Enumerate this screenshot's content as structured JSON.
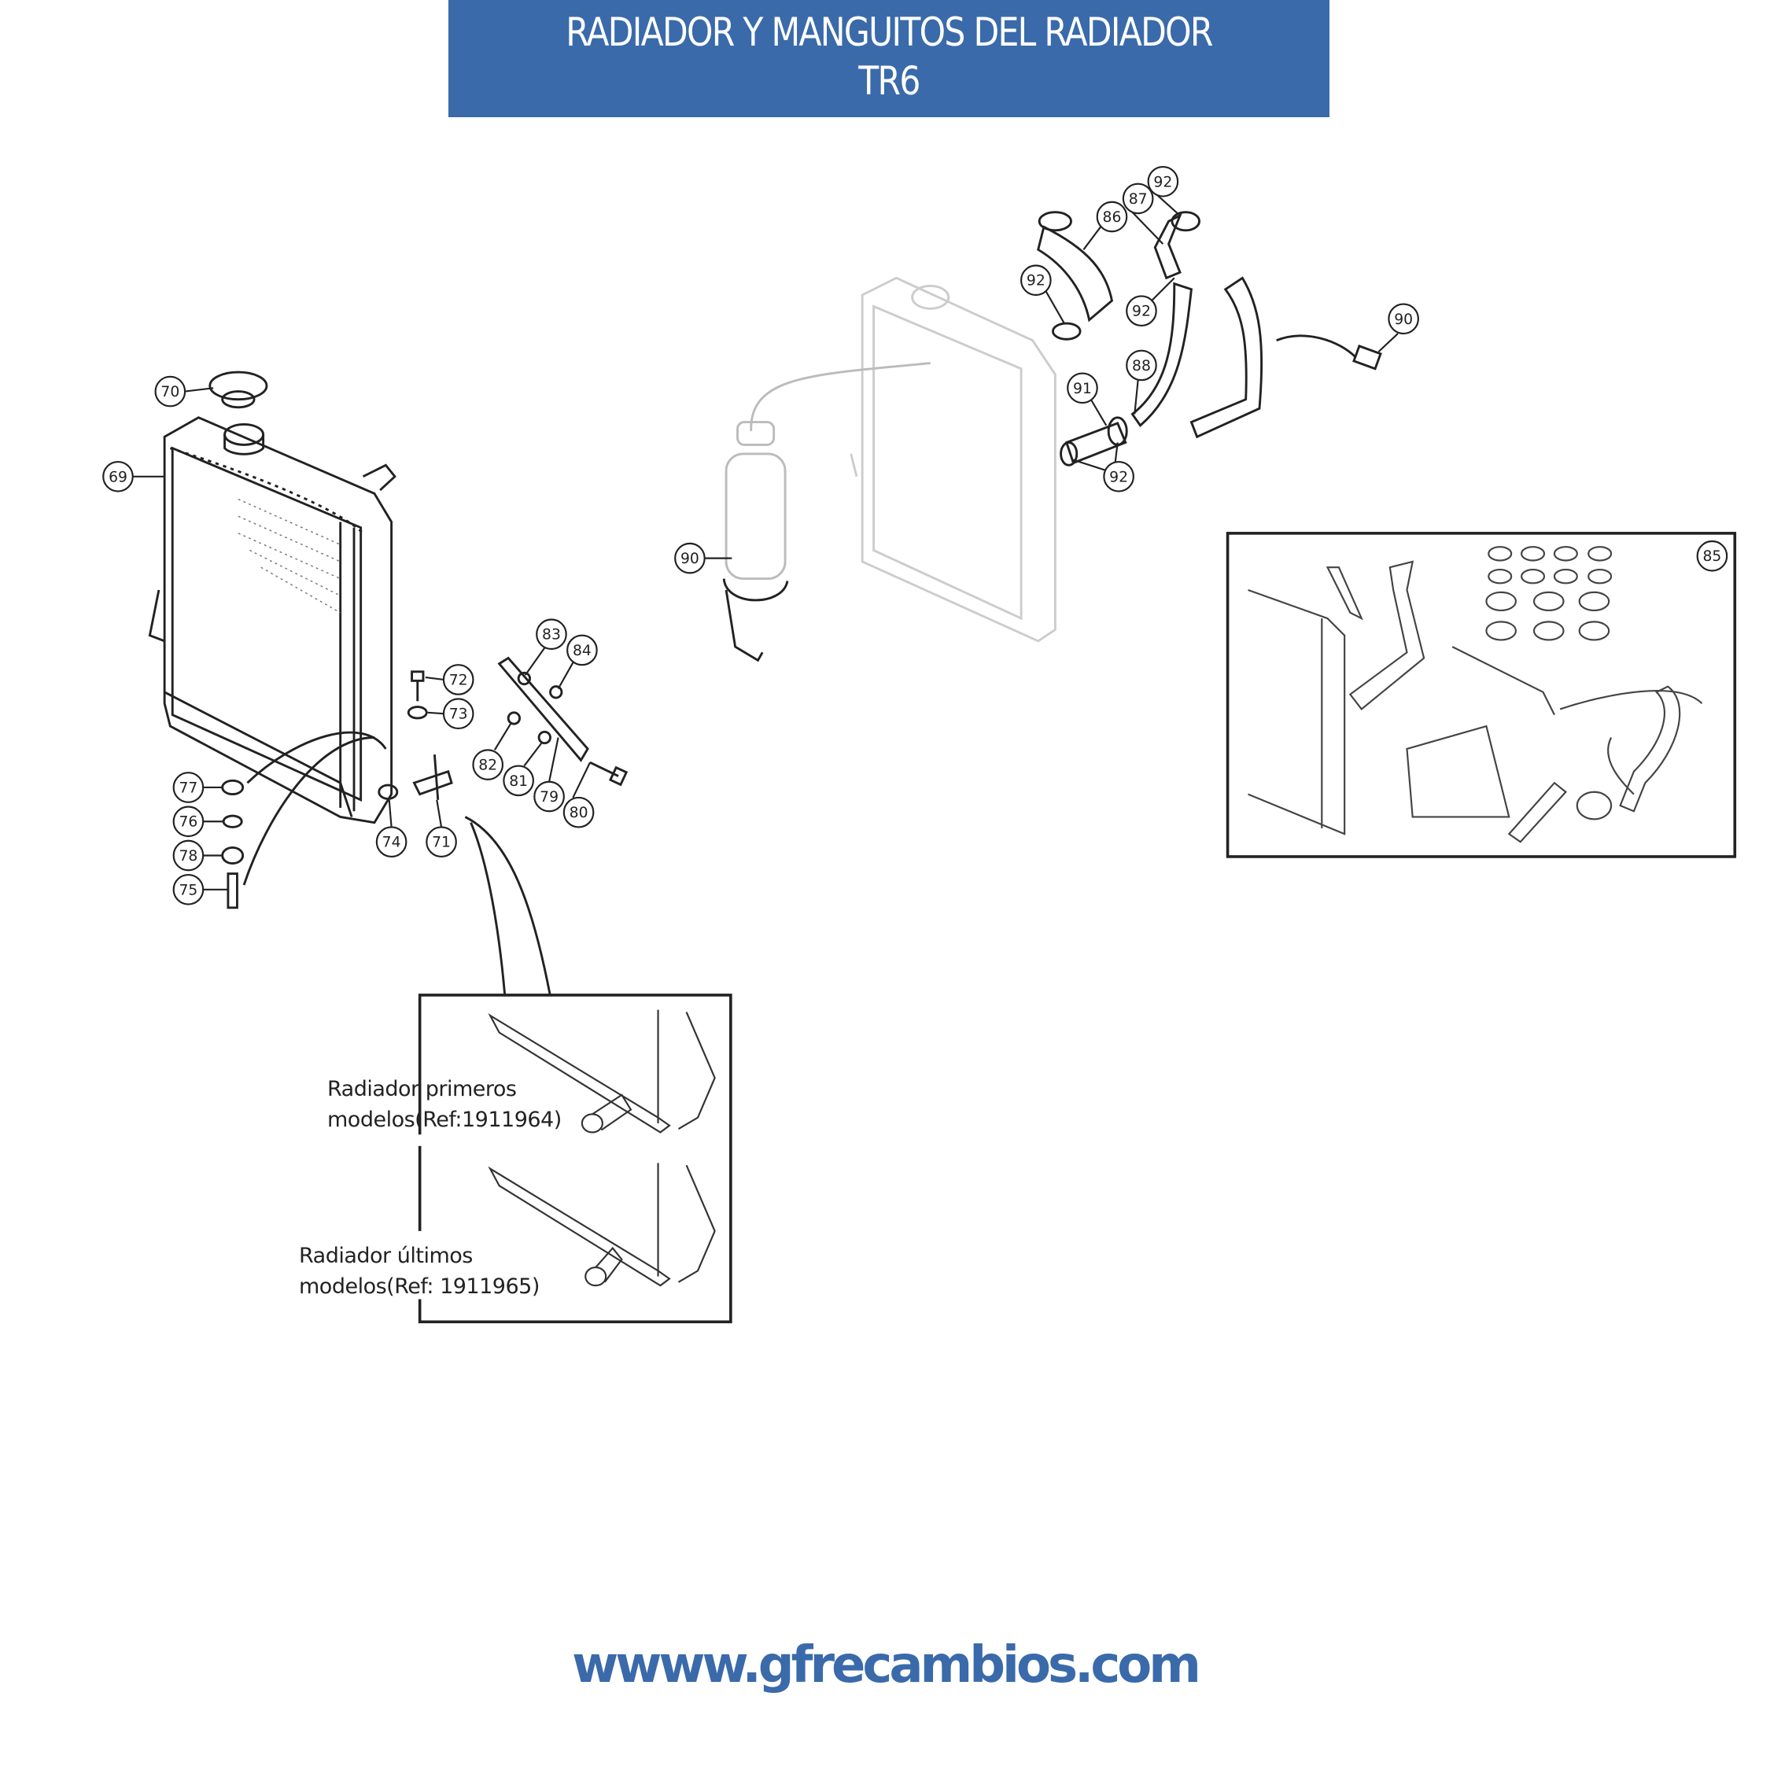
{
  "header": {
    "title_line1": "RADIADOR Y MANGUITOS DEL RADIADOR",
    "title_line2": "TR6",
    "color": "#3a6aaa"
  },
  "callouts": [
    {
      "id": "70"
    },
    {
      "id": "69"
    },
    {
      "id": "72"
    },
    {
      "id": "73"
    },
    {
      "id": "77"
    },
    {
      "id": "76"
    },
    {
      "id": "78"
    },
    {
      "id": "75"
    },
    {
      "id": "74"
    },
    {
      "id": "71"
    },
    {
      "id": "83"
    },
    {
      "id": "84"
    },
    {
      "id": "82"
    },
    {
      "id": "81"
    },
    {
      "id": "79"
    },
    {
      "id": "80"
    },
    {
      "id": "86"
    },
    {
      "id": "87"
    },
    {
      "id": "92"
    },
    {
      "id": "92"
    },
    {
      "id": "92"
    },
    {
      "id": "88"
    },
    {
      "id": "91"
    },
    {
      "id": "92"
    },
    {
      "id": "90"
    },
    {
      "id": "90"
    },
    {
      "id": "85"
    }
  ],
  "inset_labels": {
    "early_line1": "Radiador primeros",
    "early_line2": "modelos(Ref:1911964)",
    "late_line1": "Radiador últimos",
    "late_line2": "modelos(Ref: 1911965)"
  },
  "footer": {
    "website": "wwww.gfrecambios.com"
  }
}
